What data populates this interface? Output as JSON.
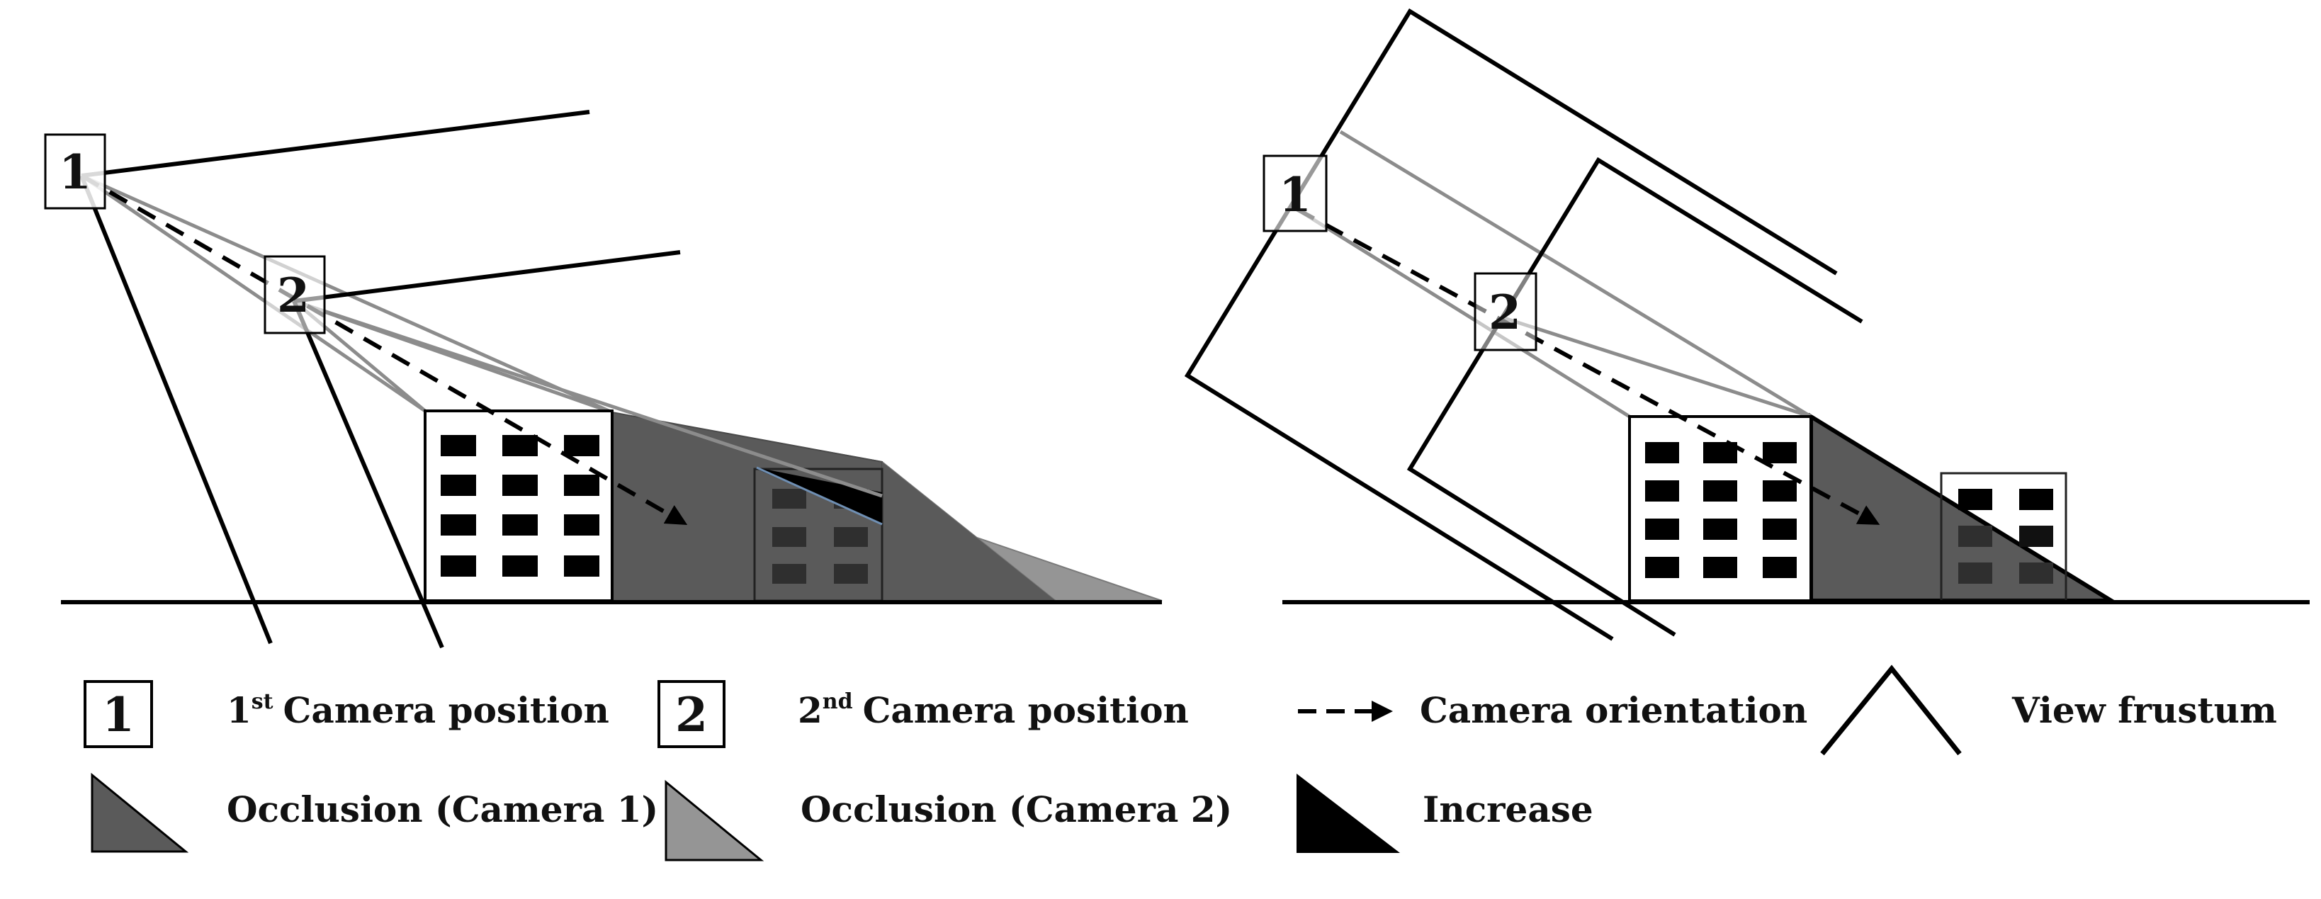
{
  "colors": {
    "background": "#ffffff",
    "line": "#000000",
    "occlusion_camera1": "#5a5a5a",
    "occlusion_camera2": "#959595",
    "increase": "#000000",
    "building_fill": "#ffffff",
    "window": "#000000",
    "ray_gray": "#8c8c8c"
  },
  "left_panel": {
    "camera1_marker": "1",
    "camera2_marker": "2"
  },
  "right_panel": {
    "camera1_marker": "1",
    "camera2_marker": "2"
  },
  "legend": {
    "camera1": {
      "marker": "1",
      "ordinal": "1",
      "suffix": "st",
      "label": "Camera position"
    },
    "camera2": {
      "marker": "2",
      "ordinal": "2",
      "suffix": "nd",
      "label": "Camera position"
    },
    "orientation": {
      "icon": "dashed-arrow-icon",
      "label": "Camera orientation"
    },
    "frustum": {
      "icon": "view-frustum-icon",
      "label": "View frustum"
    },
    "occlusion1": {
      "icon": "dark-gray-triangle-icon",
      "label": "Occlusion (Camera 1)"
    },
    "occlusion2": {
      "icon": "light-gray-triangle-icon",
      "label": "Occlusion (Camera 2)"
    },
    "increase": {
      "icon": "black-triangle-icon",
      "label": "Increase"
    }
  }
}
